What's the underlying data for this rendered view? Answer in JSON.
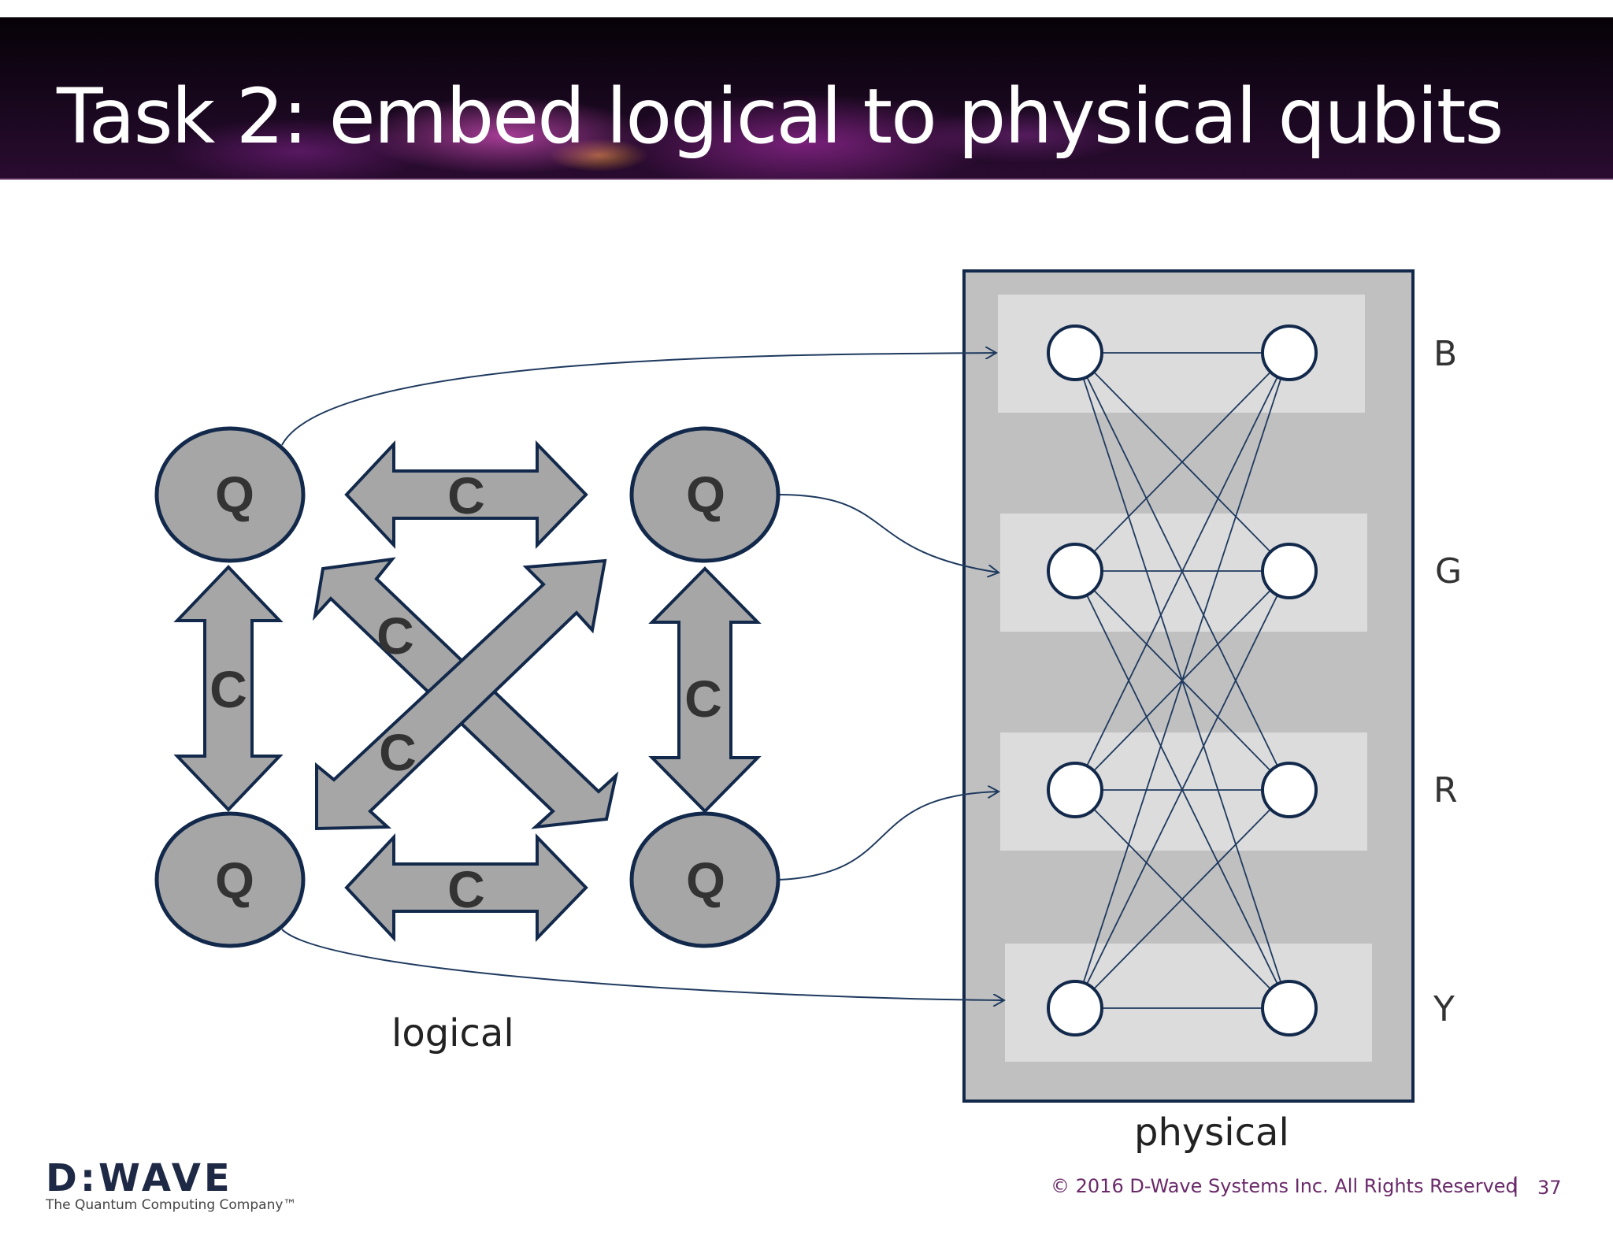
{
  "title": "Task 2: embed logical to physical qubits",
  "logical": {
    "label": "logical",
    "qubit_label": "Q",
    "coupler_label": "C"
  },
  "physical": {
    "label": "physical",
    "rows": [
      "B",
      "G",
      "R",
      "Y"
    ]
  },
  "logo": {
    "name": "D:WAVE",
    "tagline": "The Quantum Computing Company™"
  },
  "footer": {
    "copyright": "© 2016 D-Wave Systems Inc. All Rights Reserved",
    "separator": "|",
    "page_number": "37"
  },
  "colors": {
    "qubit_fill": "#a6a6a6",
    "outline": "#13294b",
    "physical_bg": "#c0c0c0",
    "row_band": "#dcdcdc",
    "arrow_line": "#1f3a5f"
  }
}
